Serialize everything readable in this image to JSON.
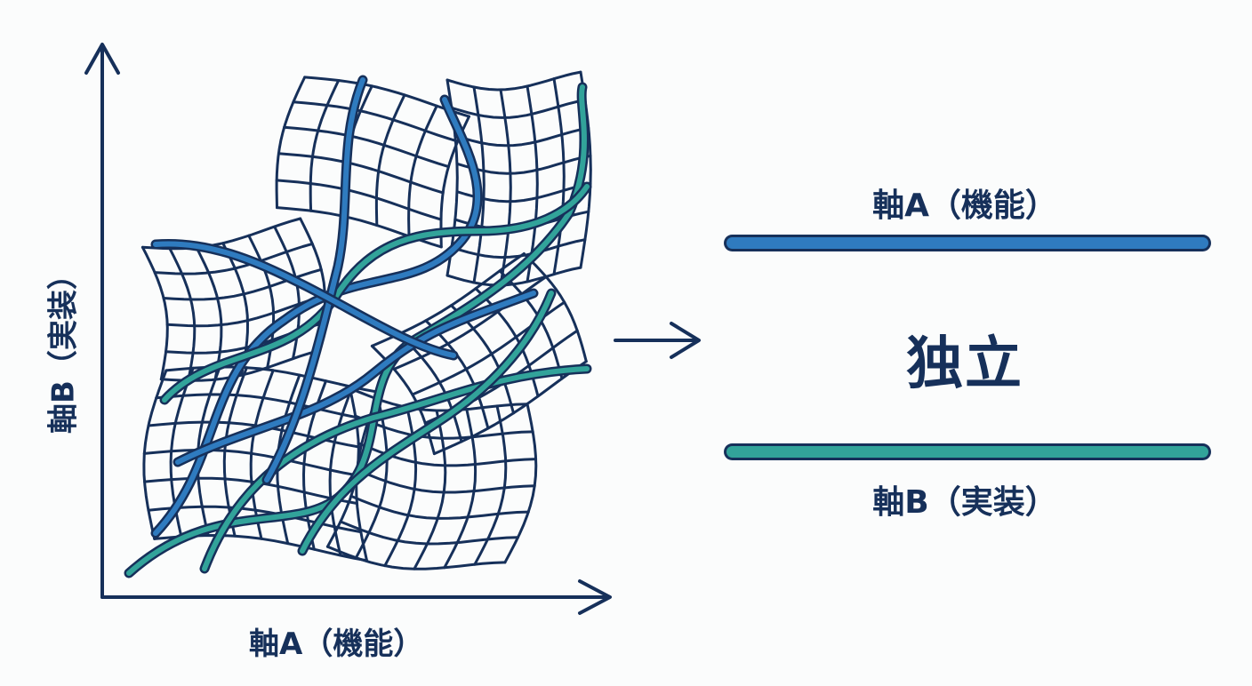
{
  "diagram": {
    "left_panel": {
      "x_axis_label": "軸A（機能）",
      "y_axis_label": "軸B（実装）"
    },
    "right_panel": {
      "top_label": "軸A（機能）",
      "center_label": "独立",
      "bottom_label": "軸B（実装）"
    },
    "icons": [
      "x-axis-arrow-icon",
      "y-axis-arrow-icon",
      "right-arrow-icon"
    ],
    "colors": {
      "navy": "#16305a",
      "blue": "#2f7bbf",
      "teal": "#32a39a",
      "background": "#fbfcfc"
    }
  }
}
